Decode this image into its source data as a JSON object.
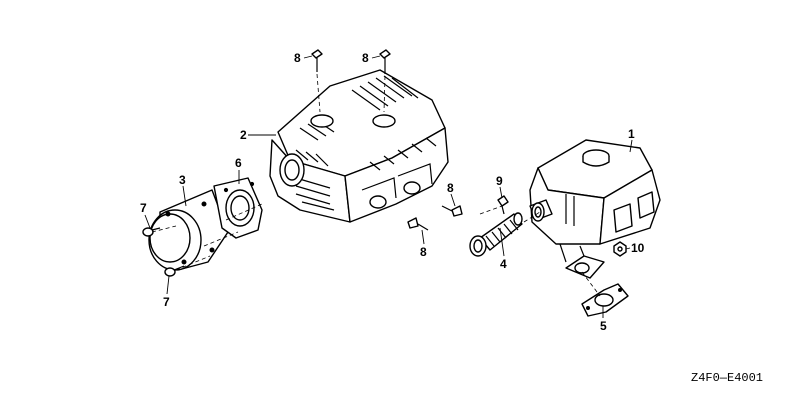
{
  "callouts": {
    "c1": "1",
    "c2": "2",
    "c3": "3",
    "c4": "4",
    "c5": "5",
    "c6": "6",
    "c7a": "7",
    "c7b": "7",
    "c8a": "8",
    "c8b": "8",
    "c8c": "8",
    "c8d": "8",
    "c9": "9",
    "c10": "10"
  },
  "diagram_code": "Z4F0—E4001"
}
